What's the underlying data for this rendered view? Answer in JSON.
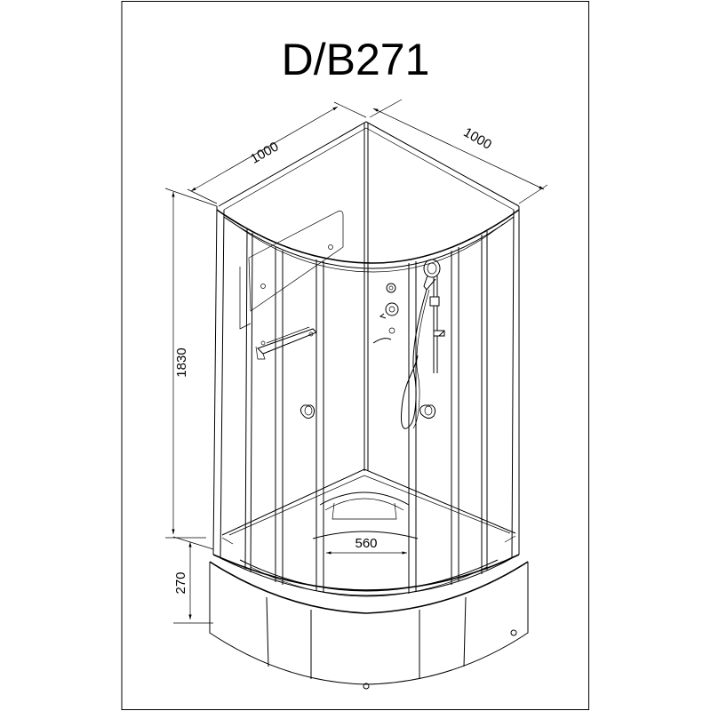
{
  "title": "D/B271",
  "dimensions": {
    "width_left": "1000",
    "width_right": "1000",
    "height_total": "1830",
    "height_tray": "270",
    "door_width": "560"
  }
}
